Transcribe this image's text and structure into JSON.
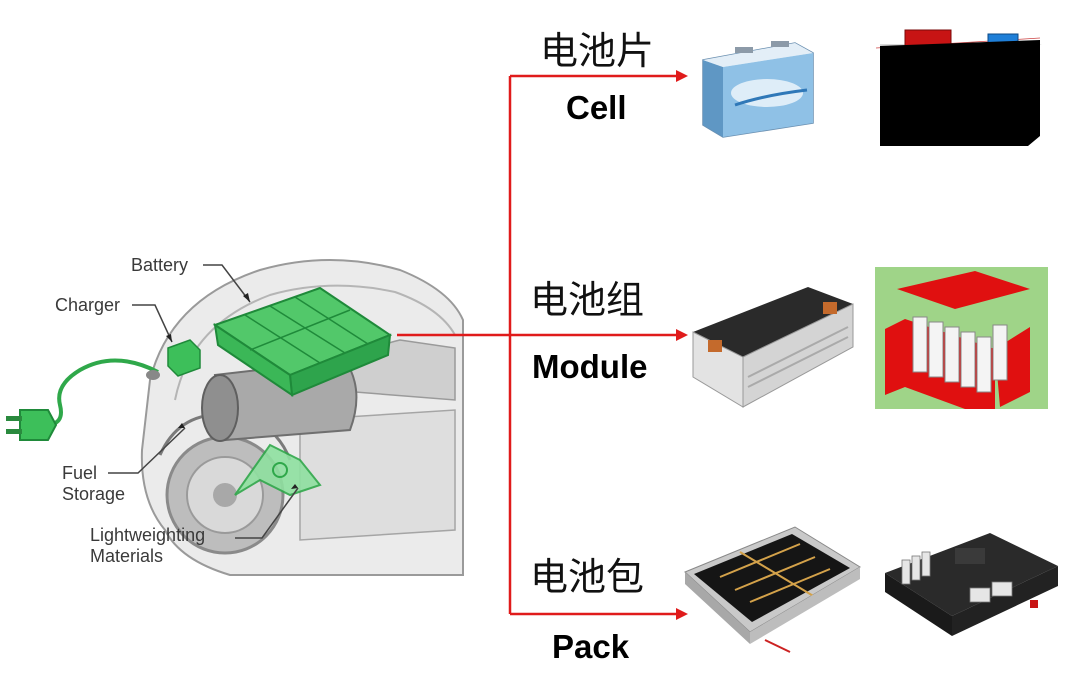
{
  "car": {
    "labels": {
      "battery": "Battery",
      "charger": "Charger",
      "fuel_line1": "Fuel",
      "fuel_line2": "Storage",
      "light_line1": "Lightweighting",
      "light_line2": "Materials"
    }
  },
  "levels": [
    {
      "zh": "电池片",
      "en": "Cell"
    },
    {
      "zh": "电池组",
      "en": "Module"
    },
    {
      "zh": "电池包",
      "en": "Pack"
    }
  ],
  "colors": {
    "arrow": "#e01b1b",
    "battery_green": "#3dbf5a",
    "cell_red_terminal": "#c81414",
    "cell_blue_terminal": "#1f7fd8",
    "module_schematic_bg": "#9fd488",
    "module_schematic_red": "#e01010",
    "cell_schematic_body": "#000000"
  }
}
